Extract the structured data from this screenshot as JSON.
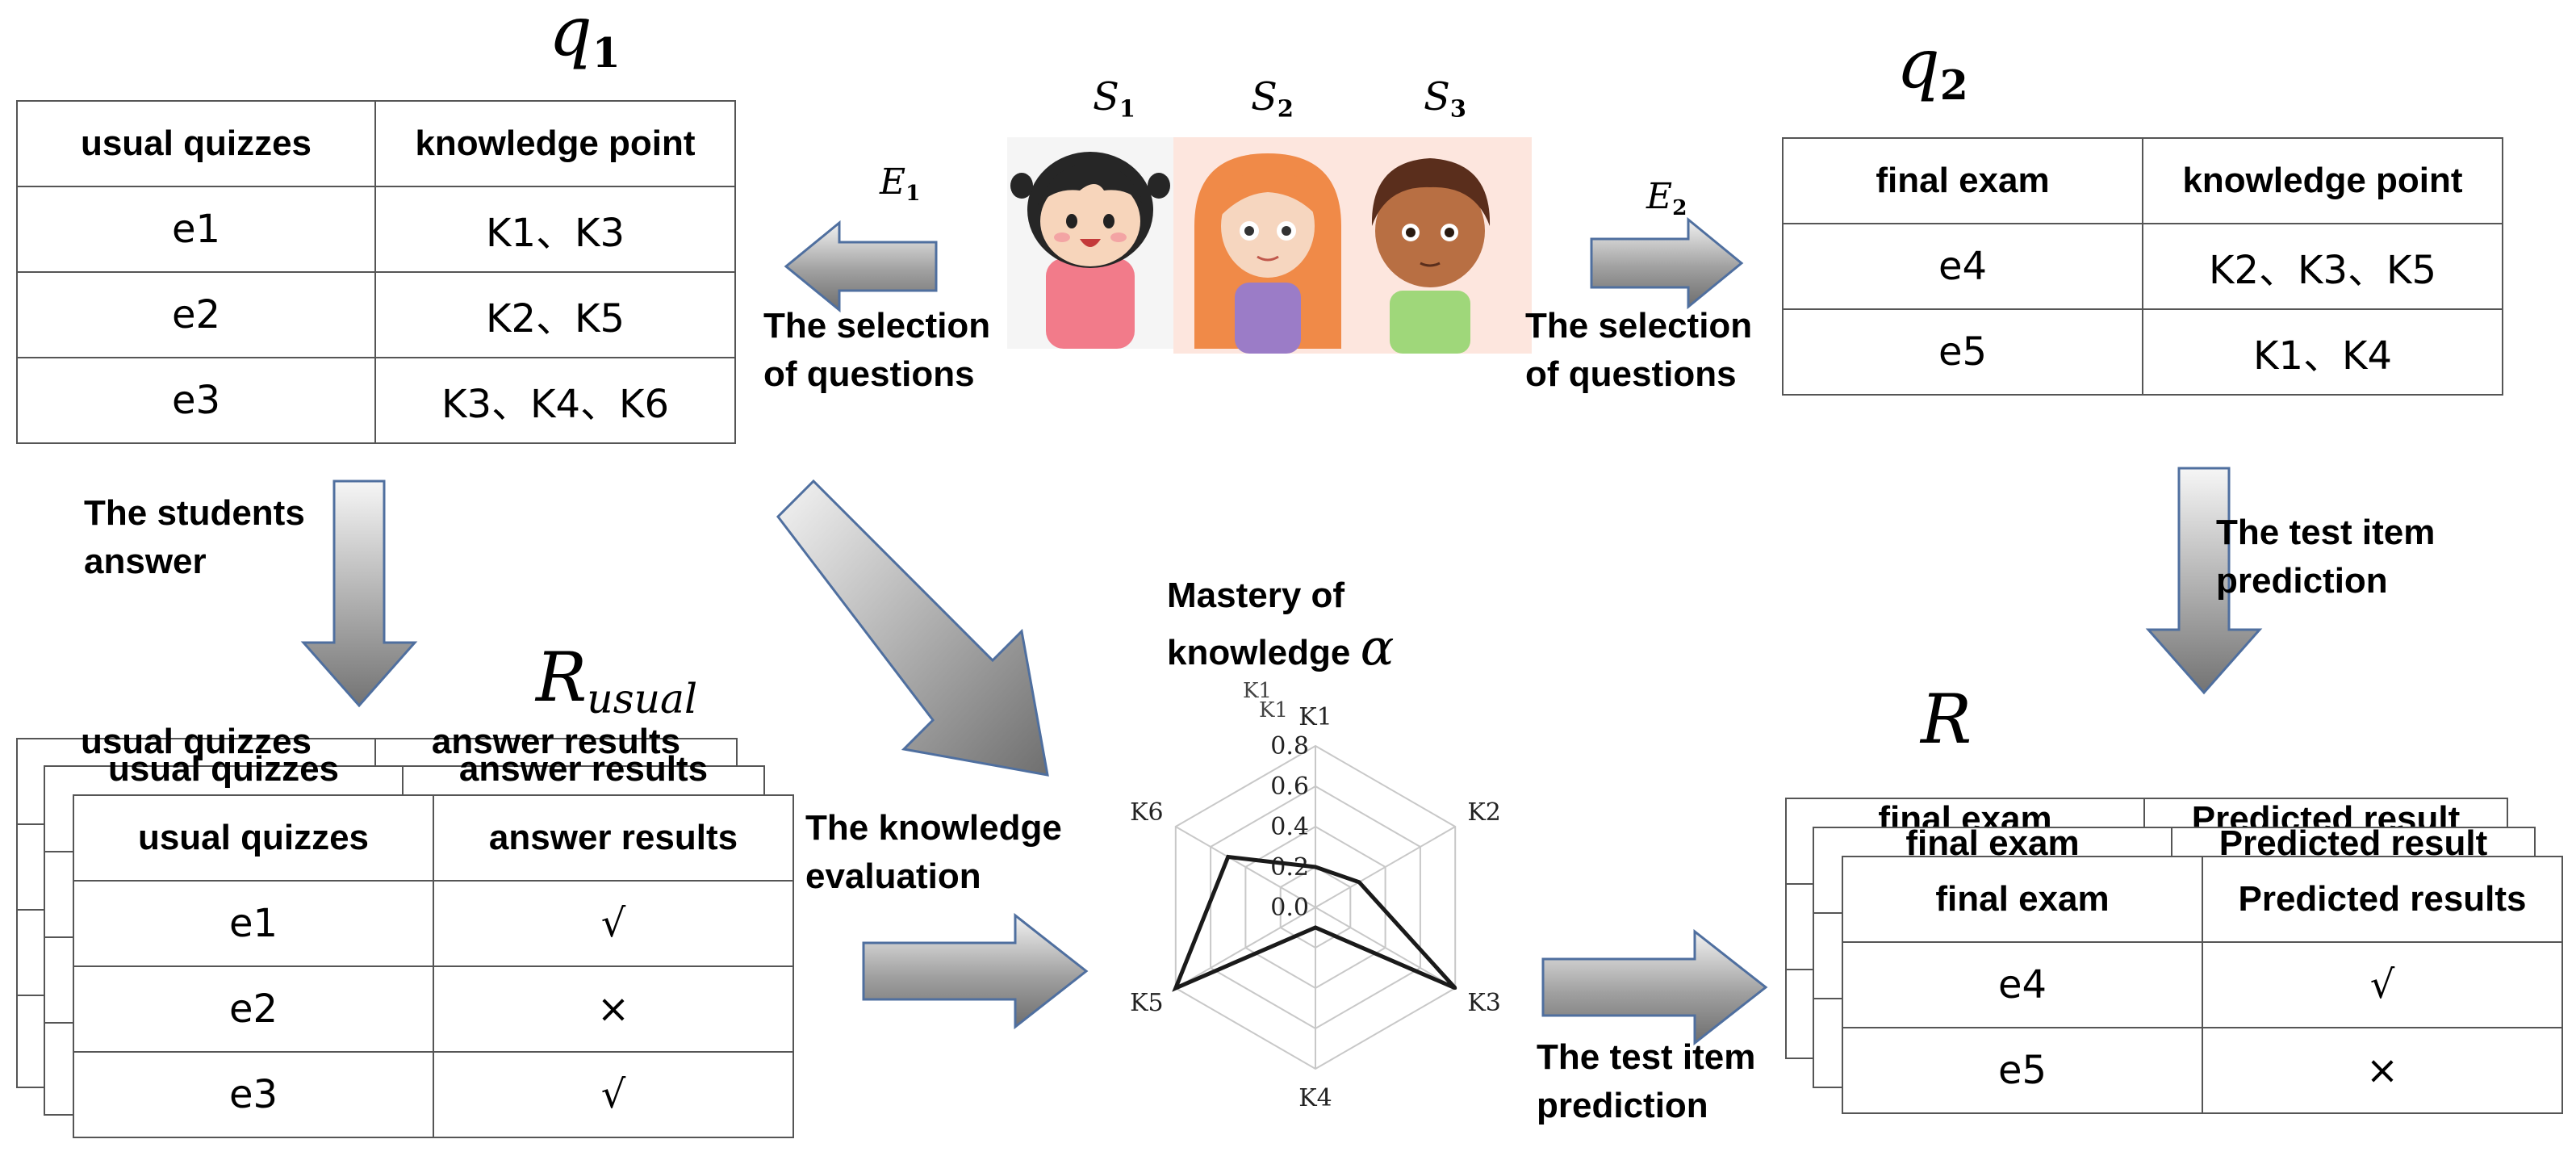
{
  "symbols": {
    "q1": {
      "base": "q",
      "sub": "1"
    },
    "q2": {
      "base": "q",
      "sub": "2"
    },
    "s1": {
      "base": "S",
      "sub": "1"
    },
    "s2": {
      "base": "S",
      "sub": "2"
    },
    "s3": {
      "base": "S",
      "sub": "3"
    },
    "e1": {
      "base": "E",
      "sub": "1"
    },
    "e2": {
      "base": "E",
      "sub": "2"
    },
    "r_usual": {
      "base": "R",
      "sub": "usual"
    },
    "r": "R",
    "alpha": "α"
  },
  "tables": {
    "usual_quizzes_knowledge": {
      "headers": [
        "usual quizzes",
        "knowledge point"
      ],
      "rows": [
        [
          "e1",
          "K1、K3"
        ],
        [
          "e2",
          "K2、K5"
        ],
        [
          "e3",
          "K3、K4、K6"
        ]
      ]
    },
    "final_exam_knowledge": {
      "headers": [
        "final exam",
        "knowledge point"
      ],
      "rows": [
        [
          "e4",
          "K2、K3、K5"
        ],
        [
          "e5",
          "K1、K4"
        ]
      ]
    },
    "usual_answers": {
      "headers": [
        "usual quizzes",
        "answer results"
      ],
      "rows": [
        [
          "e1",
          "√"
        ],
        [
          "e2",
          "×"
        ],
        [
          "e3",
          "√"
        ]
      ]
    },
    "final_predicted": {
      "headers": [
        "final exam",
        "Predicted results"
      ],
      "back_header_right": "Predicted result",
      "rows": [
        [
          "e4",
          "√"
        ],
        [
          "e5",
          "×"
        ]
      ]
    }
  },
  "labels": {
    "selection_left": [
      "The selection",
      "of questions"
    ],
    "selection_right": [
      "The selection",
      "of questions"
    ],
    "students_answer": [
      "The students",
      "answer"
    ],
    "test_item_prediction_top": [
      "The test item",
      "prediction"
    ],
    "knowledge_evaluation": [
      "The knowledge",
      "evaluation"
    ],
    "test_item_prediction_bottom": [
      "The test item",
      "prediction"
    ],
    "mastery": [
      "Mastery of",
      "knowledge"
    ]
  },
  "colors": {
    "arrow_light": "#f4f4f4",
    "arrow_dark": "#7a7a7a",
    "arrow_border": "#4f6f9f",
    "kids_bg_left": "#f6f6f6",
    "kids_bg_right": "#fde6de"
  },
  "chart_data": {
    "type": "radar",
    "categories": [
      "K1",
      "K2",
      "K3",
      "K4",
      "K5",
      "K6"
    ],
    "values": [
      0.2,
      0.25,
      0.8,
      0.1,
      0.8,
      0.5
    ],
    "rlim": [
      0.0,
      0.8
    ],
    "ticks": [
      "0.0",
      "0.2",
      "0.4",
      "0.6",
      "0.8"
    ],
    "grid": true
  }
}
